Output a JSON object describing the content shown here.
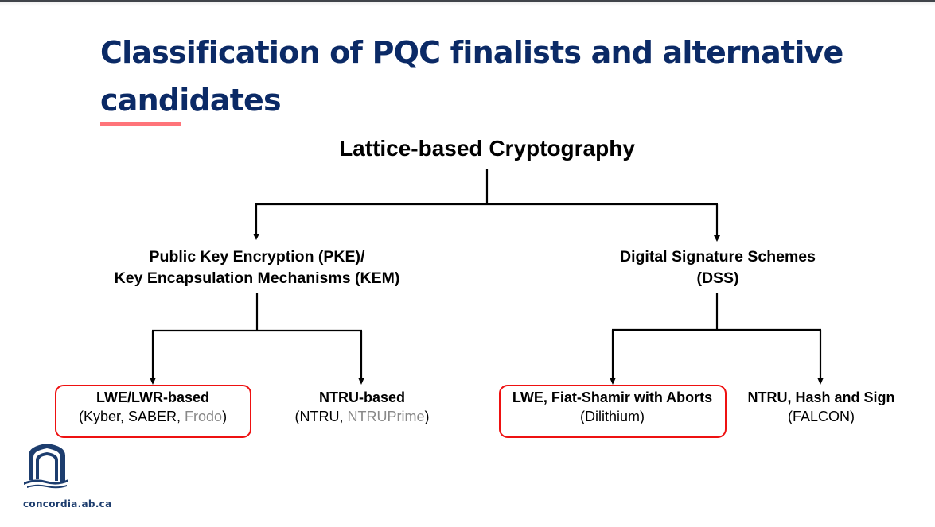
{
  "slide": {
    "title": "Classification of PQC finalists and alternative candidates",
    "title_color": "#0b2a66",
    "accent_color": "#ff747a",
    "highlight_color": "#ee1111"
  },
  "diagram": {
    "root": {
      "label": "Lattice-based Cryptography"
    },
    "branches": [
      {
        "label_line1": "Public Key Encryption (PKE)/",
        "label_line2": "Key Encapsulation Mechanisms (KEM)",
        "leaves": [
          {
            "title": "LWE/LWR-based",
            "open": "(",
            "schemes": [
              "Kyber",
              "SABER"
            ],
            "alt_schemes": [
              "Frodo"
            ],
            "close": ")",
            "sep": ", ",
            "highlighted": true
          },
          {
            "title": "NTRU-based",
            "open": "(",
            "schemes": [
              "NTRU"
            ],
            "alt_schemes": [
              "NTRUPrime"
            ],
            "close": ")",
            "sep": ", ",
            "highlighted": false
          }
        ]
      },
      {
        "label_line1": "Digital Signature Schemes",
        "label_line2": "(DSS)",
        "leaves": [
          {
            "title": "LWE, Fiat-Shamir with Aborts",
            "subtitle": "(Dilithium)",
            "highlighted": true
          },
          {
            "title": "NTRU, Hash and Sign",
            "subtitle": "(FALCON)",
            "highlighted": false
          }
        ]
      }
    ]
  },
  "footer": {
    "logo_icon": "concordia-arch-logo-icon",
    "website": "concordia.ab.ca"
  }
}
